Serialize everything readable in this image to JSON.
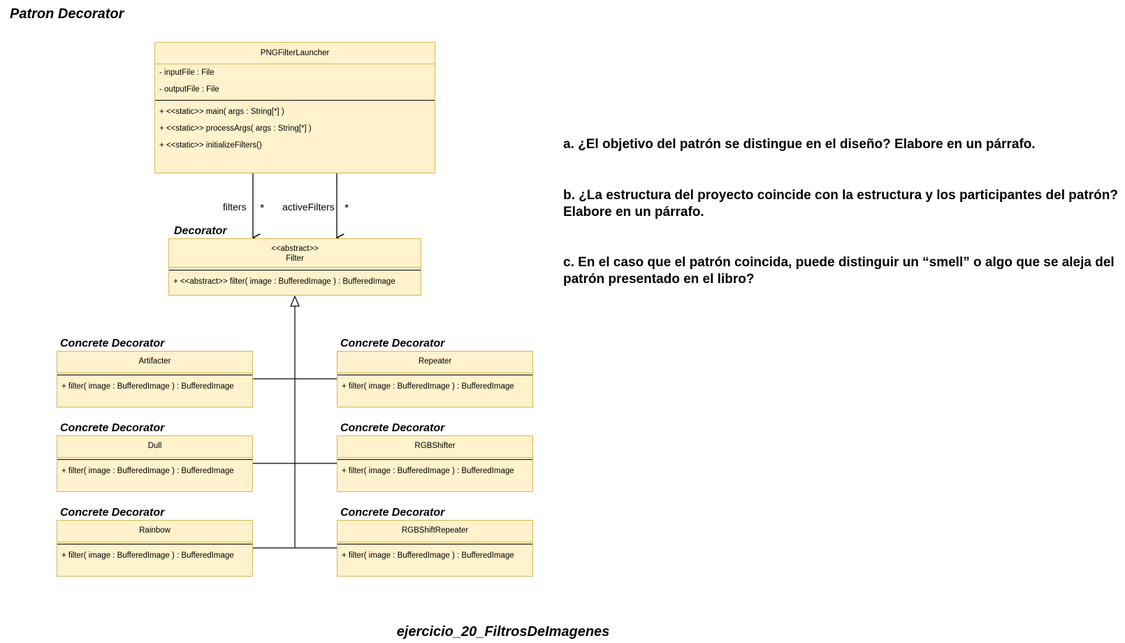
{
  "title": "Patron Decorator",
  "footer": "ejercicio_20_FiltrosDeImagenes",
  "launcher": {
    "name": "PNGFilterLauncher",
    "attributes": [
      "- inputFile : File",
      "- outputFile : File"
    ],
    "methods": [
      "+ <<static>> main( args : String[*] )",
      "+ <<static>> processArgs( args : String[*] )",
      "+ <<static>> initializeFilters()"
    ]
  },
  "associations": {
    "filters_label": "filters",
    "filters_mult": "*",
    "active_label": "activeFilters",
    "active_mult": "*"
  },
  "filter_class": {
    "role": "Decorator",
    "stereotype": "<<abstract>>",
    "name": "Filter",
    "method": "+ <<abstract>> filter( image : BufferedImage ) : BufferedImage"
  },
  "concretes": [
    {
      "role": "Concrete Decorator",
      "name": "Artifacter",
      "method": "+ filter( image : BufferedImage ) : BufferedImage"
    },
    {
      "role": "Concrete Decorator",
      "name": "Repeater",
      "method": "+ filter( image : BufferedImage ) : BufferedImage"
    },
    {
      "role": "Concrete Decorator",
      "name": "Dull",
      "method": "+ filter( image : BufferedImage ) : BufferedImage"
    },
    {
      "role": "Concrete Decorator",
      "name": "RGBShifter",
      "method": "+ filter( image : BufferedImage ) : BufferedImage"
    },
    {
      "role": "Concrete Decorator",
      "name": "Rainbow",
      "method": "+ filter( image : BufferedImage ) : BufferedImage"
    },
    {
      "role": "Concrete Decorator",
      "name": "RGBShiftRepeater",
      "method": "+ filter( image : BufferedImage ) : BufferedImage"
    }
  ],
  "questions": [
    "a. ¿El objetivo del patrón se distingue en el diseño? Elabore en un párrafo.",
    "b. ¿La estructura del proyecto coincide con la estructura y los participantes del patrón? Elabore en un párrafo.",
    "c. En el caso que el patrón coincida, puede distinguir un “smell” o algo que se aleja del patrón presentado en el libro?"
  ],
  "colors": {
    "class_fill": "#fff2cc",
    "class_border": "#d6b656"
  }
}
